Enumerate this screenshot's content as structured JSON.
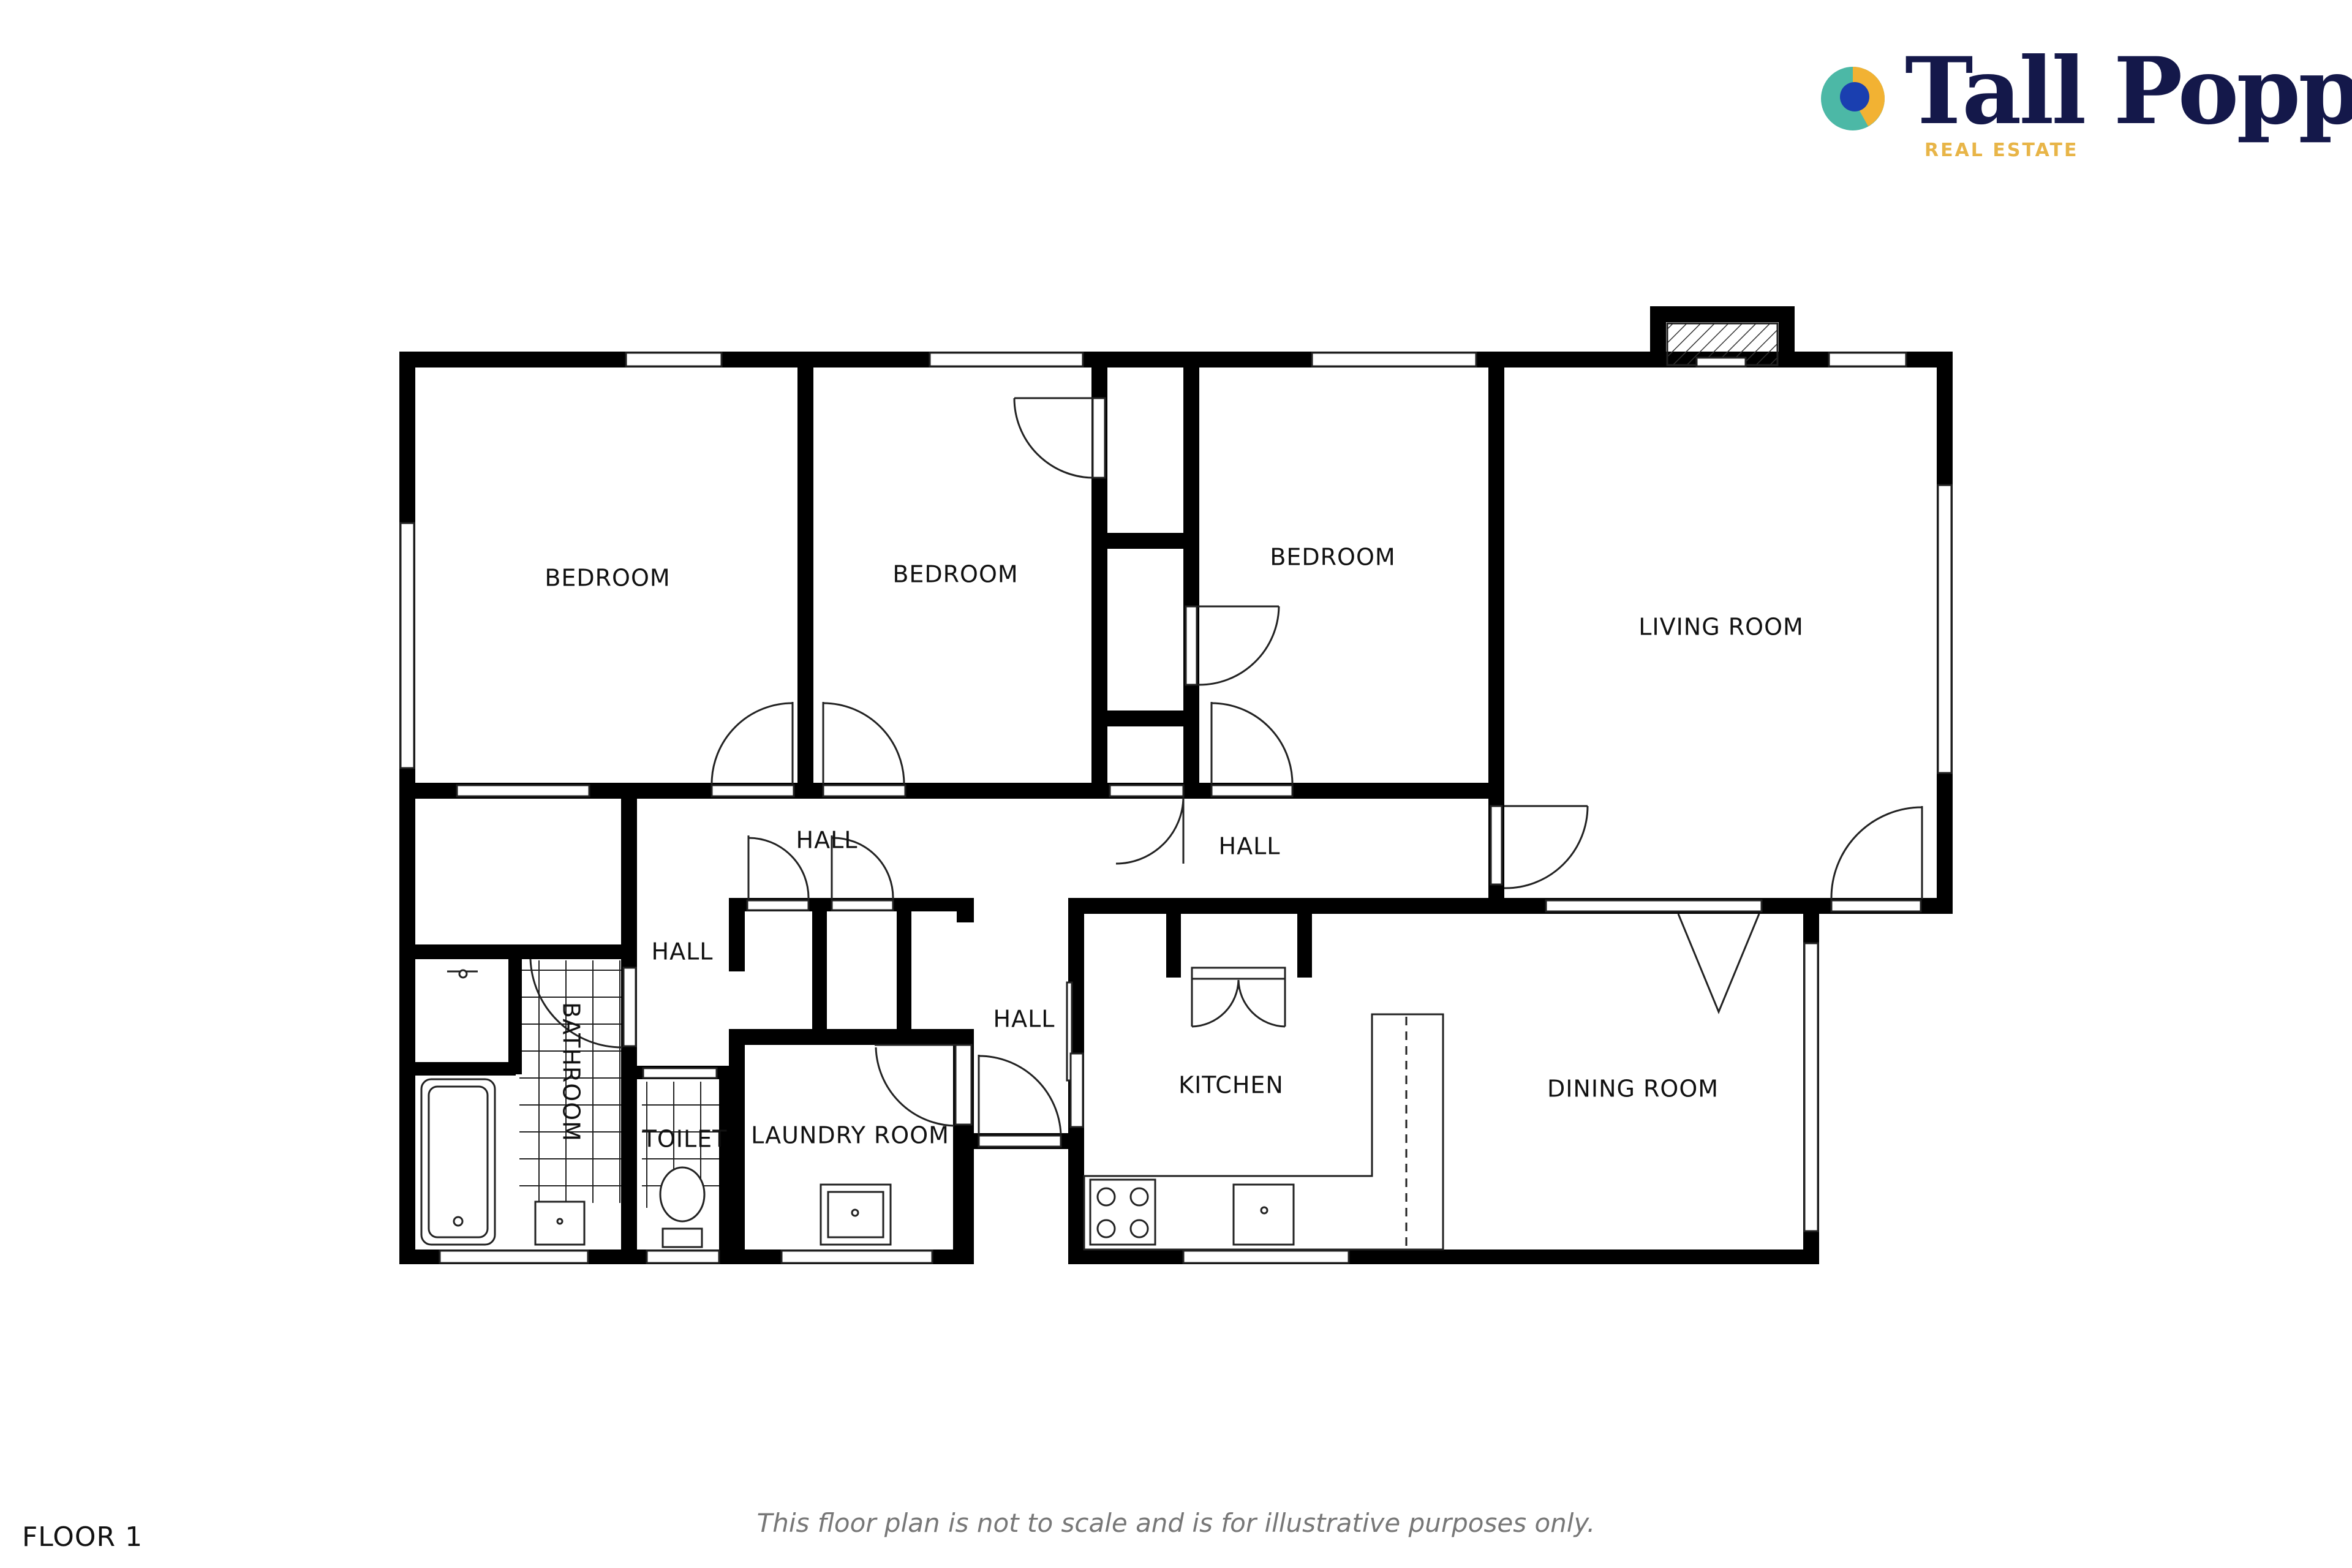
{
  "brand": {
    "name": "Tall Poppy",
    "tagline": "REAL ESTATE",
    "colors": {
      "navy": "#14184a",
      "gold": "#e8b548",
      "teal": "#4cb8a6",
      "blue": "#1a3fb0",
      "amber": "#f2b233"
    }
  },
  "floor_label": "FLOOR 1",
  "disclaimer": "This floor plan is not to scale and is for illustrative purposes only.",
  "rooms": [
    {
      "id": "bedroom-1",
      "label": "BEDROOM"
    },
    {
      "id": "bedroom-2",
      "label": "BEDROOM"
    },
    {
      "id": "bedroom-3",
      "label": "BEDROOM"
    },
    {
      "id": "living-room",
      "label": "LIVING ROOM"
    },
    {
      "id": "hall-upper-left",
      "label": "HALL"
    },
    {
      "id": "hall-upper-right",
      "label": "HALL"
    },
    {
      "id": "hall-left",
      "label": "HALL"
    },
    {
      "id": "hall-center",
      "label": "HALL"
    },
    {
      "id": "bathroom",
      "label": "BATHROOM"
    },
    {
      "id": "toilet",
      "label": "TOILET"
    },
    {
      "id": "laundry-room",
      "label": "LAUNDRY ROOM"
    },
    {
      "id": "kitchen",
      "label": "KITCHEN"
    },
    {
      "id": "dining-room",
      "label": "DINING ROOM"
    }
  ]
}
